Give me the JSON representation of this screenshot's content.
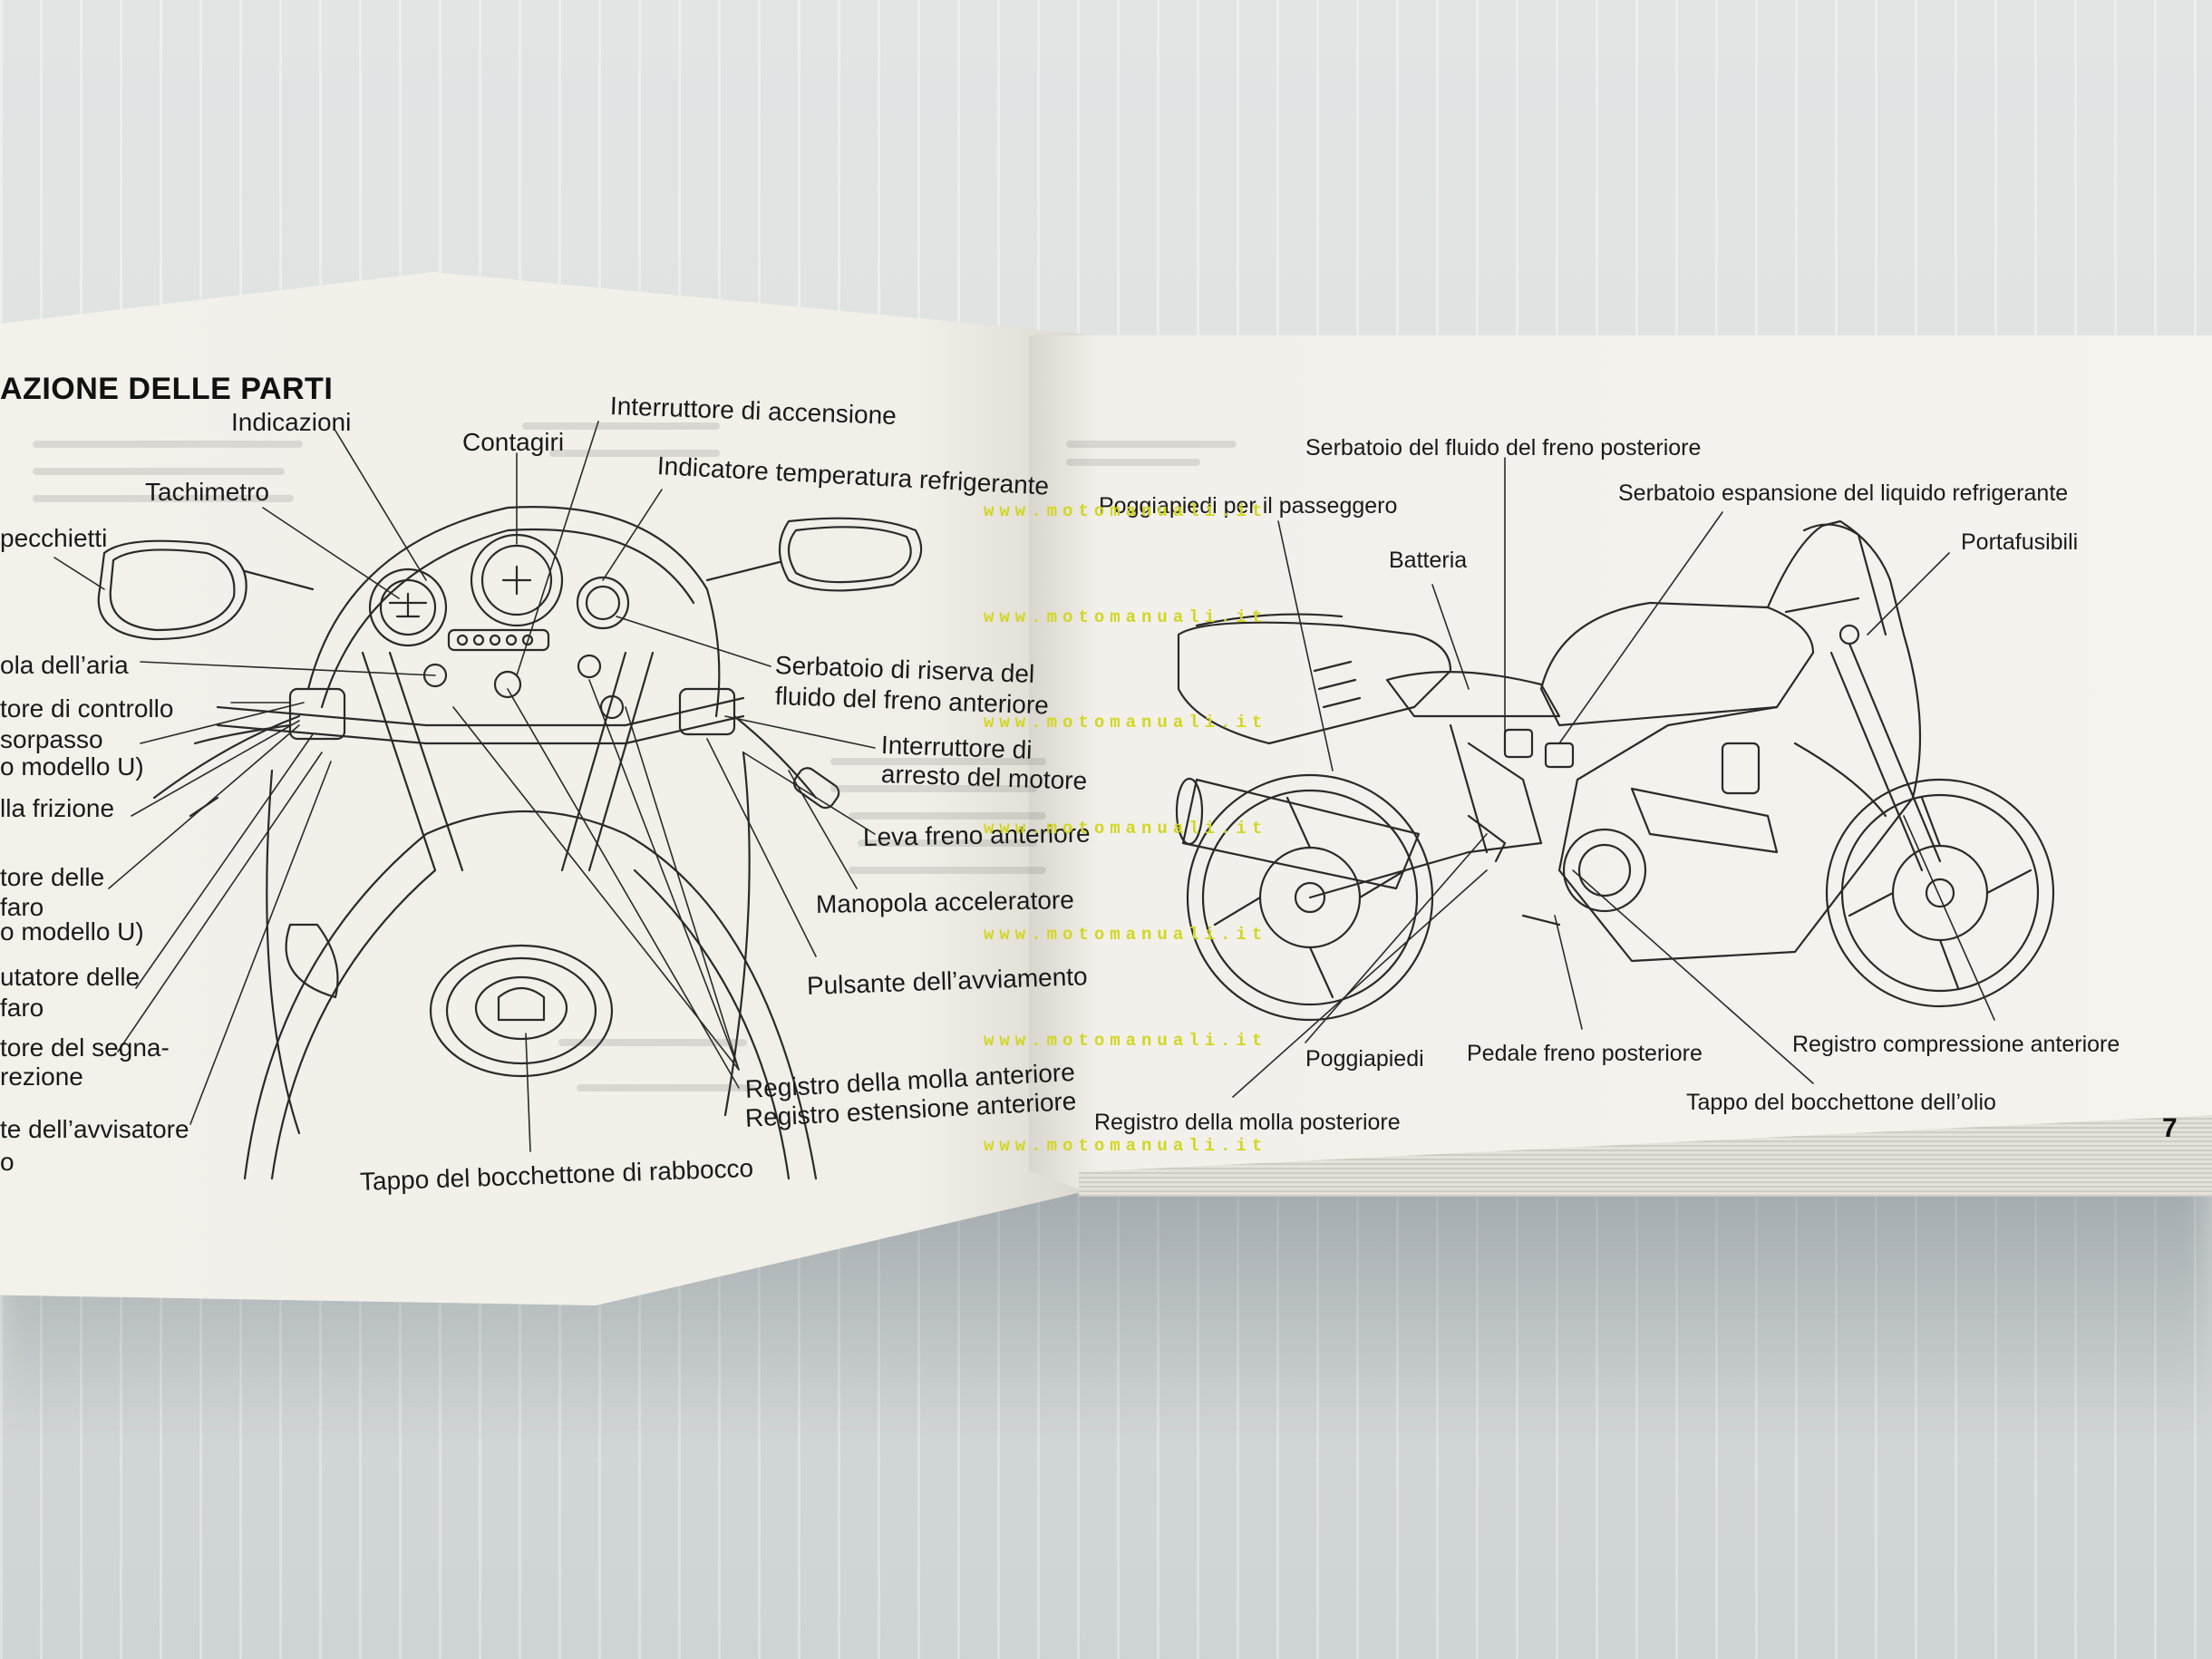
{
  "document": {
    "left_page": {
      "title": "AZIONE DELLE PARTI",
      "labels": {
        "indicazioni": "Indicazioni",
        "contagiri": "Contagiri",
        "interruttore_accensione": "Interruttore di accensione",
        "indicatore_temp": "Indicatore temperatura refrigerante",
        "tachimetro": "Tachimetro",
        "specchietti": "pecchietti",
        "valvola_aria": "ola dell’aria",
        "pulsante_controllo": "tore di controllo",
        "sorpasso": "sorpasso",
        "modello_u_1": "o modello U)",
        "leva_frizione": "lla frizione",
        "tore_delle": "tore delle",
        "faro_1": "faro",
        "modello_u_2": "o modello U)",
        "utatore_delle": "utatore delle",
        "faro_2": "faro",
        "segna": "tore del segna-",
        "rezione": "rezione",
        "avvisatore": "te dell’avvisatore",
        "o": "o",
        "serbatoio_riserva_1": "Serbatoio di riserva del",
        "serbatoio_riserva_2": "fluido del freno anteriore",
        "arresto_1": "Interruttore di",
        "arresto_2": "arresto del motore",
        "leva_freno_ant": "Leva freno anteriore",
        "manopola": "Manopola acceleratore",
        "pulsante_avv": "Pulsante dell’avviamento",
        "registro_molla_ant": "Registro della molla anteriore",
        "registro_est_ant": "Registro estensione anteriore",
        "tappo_rabbocco": "Tappo del bocchettone di rabbocco"
      }
    },
    "right_page": {
      "page_number": "7",
      "labels": {
        "serbatoio_freno_post": "Serbatoio del fluido del freno posteriore",
        "poggiapiedi_pass": "Poggiapiedi per il passeggero",
        "serbatoio_espansione": "Serbatoio espansione del liquido refrigerante",
        "batteria": "Batteria",
        "portafusibili": "Portafusibili",
        "poggiapiedi": "Poggiapiedi",
        "pedale_freno": "Pedale freno posteriore",
        "registro_compressione": "Registro compressione anteriore",
        "tappo_olio": "Tappo del bocchettone dell’olio",
        "registro_molla_post": "Registro della molla posteriore"
      }
    },
    "watermark": "www.motomanuali.it"
  }
}
